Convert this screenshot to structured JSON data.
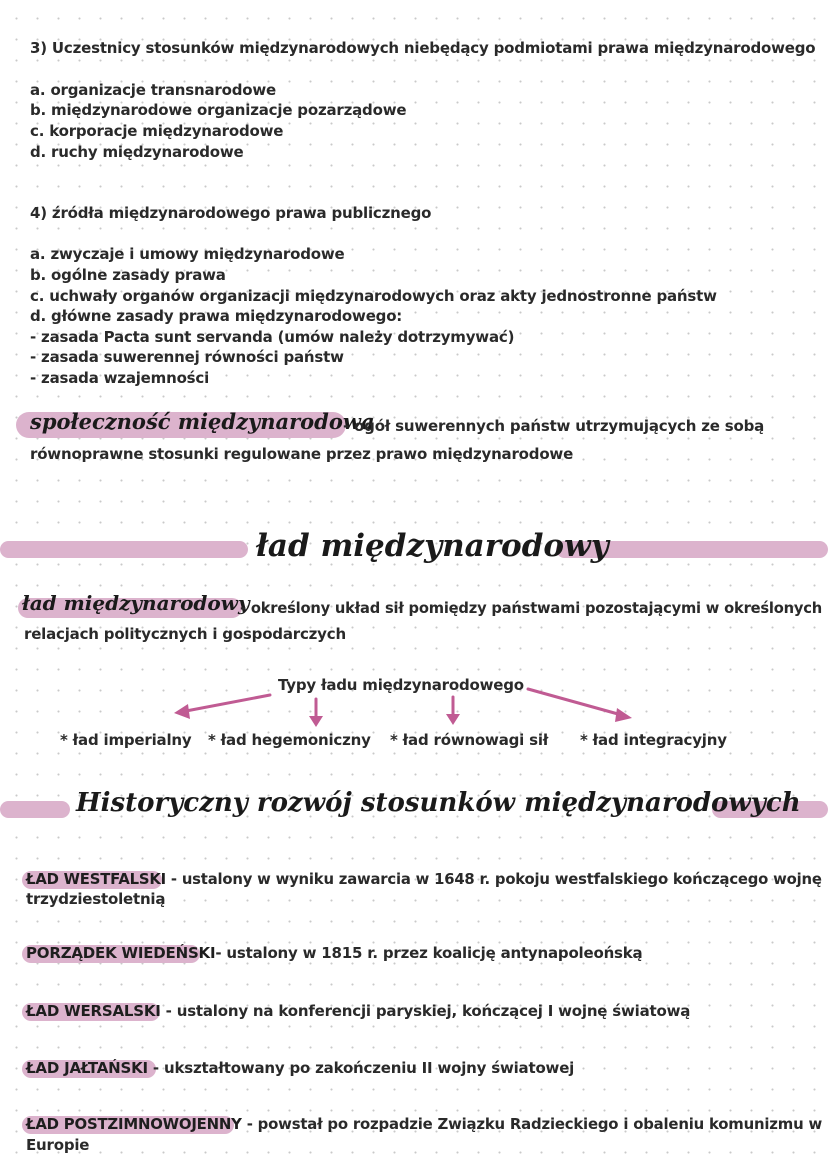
{
  "section3": {
    "heading": "3) Uczestnicy stosunków międzynarodowych niebędący podmiotami prawa międzynarodowego",
    "items": [
      "a. organizacje transnarodowe",
      "b. międzynarodowe organizacje pozarządowe",
      "c. korporacje międzynarodowe",
      "d. ruchy międzynarodowe"
    ]
  },
  "section4": {
    "heading": "4) źródła międzynarodowego prawa publicznego",
    "items": [
      "a. zwyczaje i umowy międzynarodowe",
      "b. ogólne zasady prawa",
      "c. uchwały organów organizacji międzynarodowych oraz akty jednostronne państw",
      "d. główne zasady prawa międzynarodowego:",
      "- zasada Pacta sunt servanda (umów należy dotrzymywać)",
      "- zasada suwerennej równości państw",
      "- zasada wzajemności"
    ]
  },
  "community": {
    "term": "społeczność międzynarodowa",
    "def_line1": "- ogół suwerennych państw utrzymujących ze sobą",
    "def_line2": "równoprawne stosunki regulowane przez prawo międzynarodowe"
  },
  "order_section": {
    "title": "ład międzynarodowy",
    "term": "ład międzynarodowy",
    "def_line1": "- określony układ sił pomiędzy państwami pozostającymi w określonych",
    "def_line2": "relacjach politycznych i gospodarczych",
    "types_title": "Typy ładu międzynarodowego",
    "types": [
      "* ład imperialny",
      "* ład hegemoniczny",
      "* ład równowagi sił",
      "* ład integracyjny"
    ]
  },
  "history_section": {
    "title": "Historyczny rozwój stosunków międzynarodowych",
    "entries": [
      {
        "term": "ŁAD WESTFALSKI",
        "def": " - ustalony w wyniku zawarcia w 1648 r. pokoju westfalskiego kończącego wojnę",
        "def2": "trzydziestoletnią"
      },
      {
        "term": "PORZĄDEK WIEDEŃSKI",
        "def": "- ustalony w 1815 r. przez koalicję antynapoleońską",
        "def2": ""
      },
      {
        "term": "ŁAD WERSALSKI",
        "def": " - ustalony na konferencji paryskiej, kończącej I wojnę światową",
        "def2": ""
      },
      {
        "term": "ŁAD JAŁTAŃSKI",
        "def": " - ukształtowany po zakończeniu II wojny światowej",
        "def2": ""
      },
      {
        "term": "ŁAD POSTZIMNOWOJENNY",
        "def": " - powstał po rozpadzie Związku Radzieckiego i obaleniu komunizmu w",
        "def2": "Europie"
      }
    ]
  },
  "colors": {
    "highlight": "#dcb3cd",
    "arrow": "#c05b93",
    "text": "#2a2a2a"
  }
}
